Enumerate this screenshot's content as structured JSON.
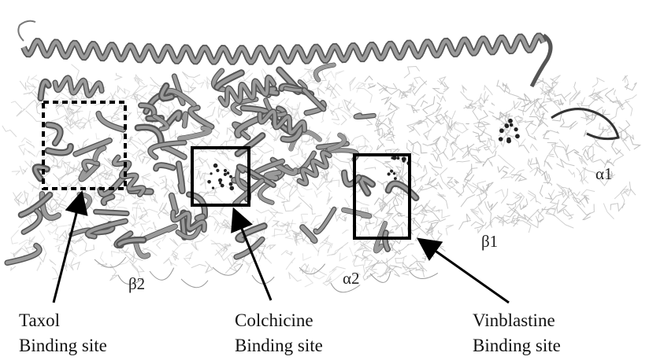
{
  "figure": {
    "chain_labels": {
      "alpha1": "α1",
      "beta1": "β1",
      "alpha2": "α2",
      "beta2": "β2"
    },
    "captions": {
      "taxol": {
        "line1": "Taxol",
        "line2": "Binding site"
      },
      "colchicine": {
        "line1": "Colchicine",
        "line2": "Binding site"
      },
      "vinblastine": {
        "line1": "Vinblastine",
        "line2": "Binding site"
      }
    },
    "colors": {
      "ribbon": "#9a9a9a",
      "ribbon_dark": "#555555",
      "wire": "#b5b5b5",
      "box": "#000000"
    }
  }
}
